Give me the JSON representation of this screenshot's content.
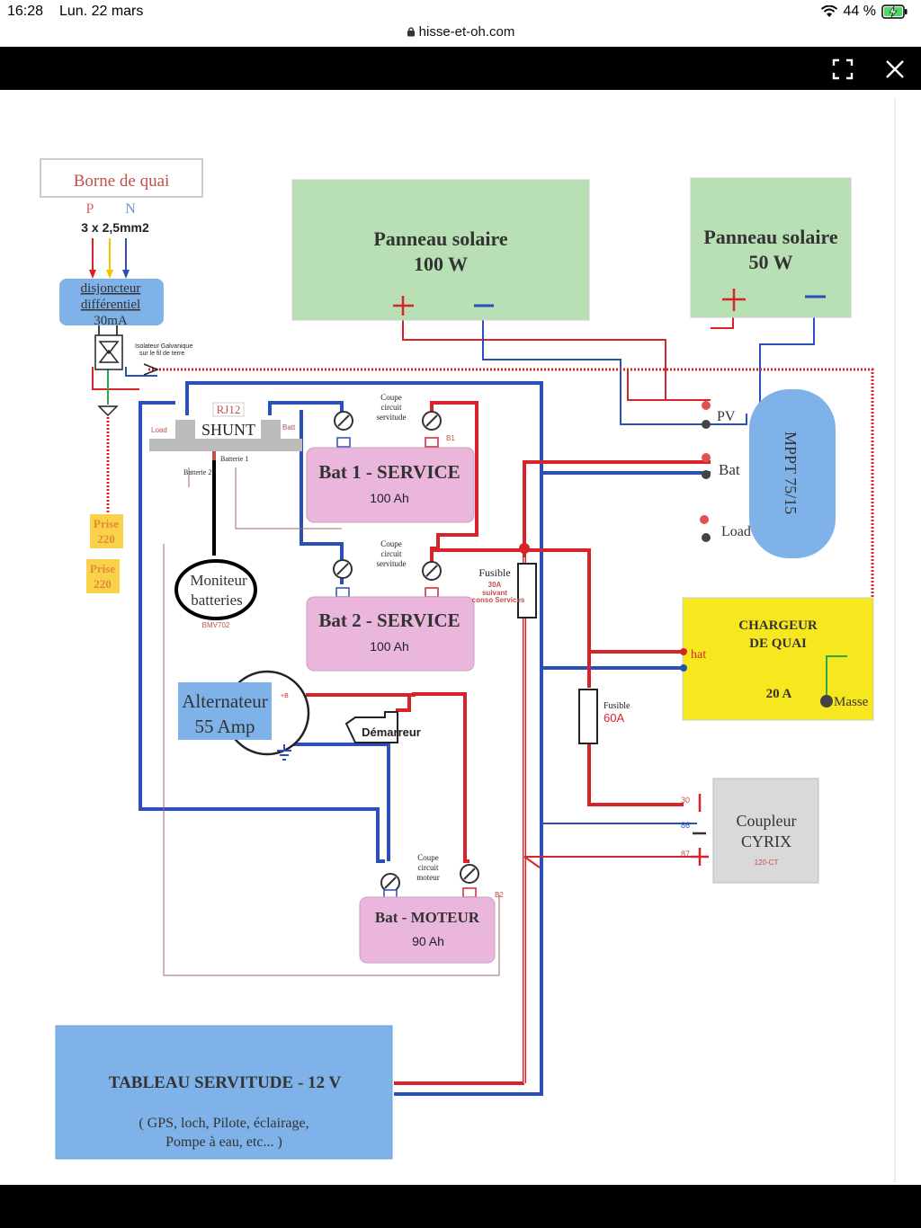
{
  "status_bar": {
    "time": "16:28",
    "date": "Lun. 22 mars",
    "battery": "44 %",
    "url": "hisse-et-oh.com"
  },
  "toolbar": {
    "fullscreen_icon": "fullscreen-icon",
    "close_icon": "close-icon"
  },
  "diagram": {
    "borne": {
      "title": "Borne de quai",
      "p": "P",
      "n": "N",
      "cable": "3 x 2,5mm2"
    },
    "disjoncteur": {
      "line1": "disjoncteur",
      "line2": "différentiel",
      "line3": "30mA"
    },
    "isolateur": {
      "line1": "Isolateur Galvanique",
      "line2": "sur le fil de terre"
    },
    "prises": [
      {
        "line1": "Prise",
        "line2": "220"
      },
      {
        "line1": "Prise",
        "line2": "220"
      }
    ],
    "panneau_100": {
      "line1": "Panneau solaire",
      "line2": "100 W"
    },
    "panneau_50": {
      "line1": "Panneau solaire",
      "line2": "50 W"
    },
    "mppt": {
      "label": "MPPT 75/15",
      "pv": "PV",
      "bat": "Bat",
      "load": "Load"
    },
    "shunt": {
      "label": "SHUNT",
      "rj12": "RJ12",
      "load": "Load",
      "batt": "Batt",
      "batterie1": "Batterie 1",
      "batterie2": "Batterie 2"
    },
    "coupe_circuit_1": {
      "line1": "Coupe",
      "line2": "circuit",
      "line3": "servitude"
    },
    "coupe_circuit_2": {
      "line1": "Coupe",
      "line2": "circuit",
      "line3": "servitude"
    },
    "coupe_moteur": {
      "line1": "Coupe",
      "line2": "circuit",
      "line3": "moteur"
    },
    "bat1": {
      "name": "Bat 1 - SERVICE",
      "capacity": "100 Ah",
      "b1": "B1"
    },
    "bat2": {
      "name": "Bat 2 - SERVICE",
      "capacity": "100 Ah"
    },
    "bat_moteur": {
      "name": "Bat - MOTEUR",
      "capacity": "90 Ah",
      "b2": "B2"
    },
    "moniteur": {
      "line1": "Moniteur",
      "line2": "batteries",
      "model": "BMV702"
    },
    "fusible_30": {
      "label": "Fusible",
      "rating": "30A",
      "note1": "suivant",
      "note2": "conso Services"
    },
    "fusible_60": {
      "label": "Fusible",
      "rating": "60A"
    },
    "chargeur": {
      "line1": "CHARGEUR",
      "line2": "DE QUAI",
      "amps": "20 A",
      "chat": "hat",
      "masse": "Masse"
    },
    "alternateur": {
      "line1": "Alternateur",
      "line2": "55 Amp",
      "plus_b": "+B"
    },
    "demarreur": {
      "label": "Démarreur"
    },
    "coupleur": {
      "line1": "Coupleur",
      "line2": "CYRIX",
      "model": "120-CT",
      "t30": "30",
      "t86": "86",
      "t87": "87"
    },
    "tableau": {
      "title": "TABLEAU SERVITUDE  - 12 V",
      "line1": "( GPS, loch, Pilote, éclairage,",
      "line2": "Pompe à eau, etc... )"
    }
  },
  "colors": {
    "red": "#d8232a",
    "blue": "#2b4fb8",
    "green_panel": "#b9dfb4",
    "pink_battery": "#eab6dc",
    "blue_box": "#7fb2e8",
    "yellow": "#f7e71e",
    "coupleur_gray": "#d9d9d9",
    "prise_orange": "#f9d24a"
  }
}
